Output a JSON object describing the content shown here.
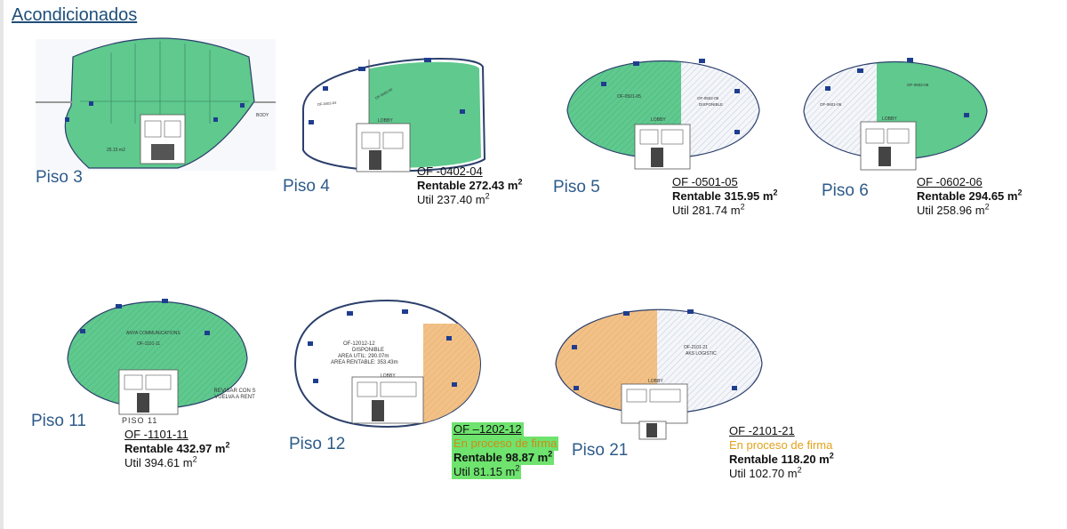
{
  "page": {
    "title": "Acondicionados"
  },
  "floors": {
    "f3": {
      "label": "Piso 3",
      "tower_tag": "BODY",
      "dimension": "25.15 m2"
    },
    "f4": {
      "label": "Piso 4",
      "code": "OF -0402-04",
      "rentable": "Rentable 272.43 m",
      "util": "Util 237.40 m",
      "plan_label": "OF-0402-04",
      "lobby": "LOBBY"
    },
    "f5": {
      "label": "Piso 5",
      "code": "OF -0501-05",
      "rentable": "Rentable 315.95 m",
      "util": "Util 281.74 m",
      "plan_label": "OF-0501-05",
      "plan_label_2": "OF-0502-05",
      "plan_status_2": "DISPONIBLE",
      "lobby": "LOBBY"
    },
    "f6": {
      "label": "Piso 6",
      "code": "OF -0602-06",
      "rentable": "Rentable 294.65 m",
      "util": "Util 258.96 m",
      "plan_label": "OF-0601-06",
      "plan_label_2": "OF-0602-06",
      "lobby": "LOBBY"
    },
    "f11": {
      "label": "Piso 11",
      "code": "OF -1101-11",
      "rentable": "Rentable 432.97 m",
      "util": "Util 394.61 m",
      "plan_tenant": "ANYA COMMUNICATIONS",
      "plan_label": "OF-1101-11",
      "plan_piso": "PISO 11",
      "note_1": "REVISAR CON S",
      "note_2": "VUELVA A RENT"
    },
    "f12": {
      "label": "Piso 12",
      "code": "OF –1202-12",
      "status": "En proceso de firma",
      "rentable": "Rentable 98.87  m",
      "util": "Util 81.15  m",
      "plan_label": "OF-12012-12",
      "plan_status": "DISPONIBLE",
      "plan_area_util": "AREA UTIL: 290.07m",
      "plan_area_rent": "AREA RENTABLE: 353.43m",
      "lobby": "LOBBY"
    },
    "f21": {
      "label": "Piso 21",
      "code": "OF -2101-21",
      "status": "En proceso de firma",
      "rentable": "Rentable 118.20 m",
      "util": "Util 102.70 m",
      "plan_label": "OF-2101-21",
      "plan_tenant": "AKS LOGISTIC",
      "lobby": "LOBBY"
    }
  },
  "superscript": "2",
  "colors": {
    "green": "#5fc98e",
    "orange": "#f2c187",
    "hatch": "#c9d0dc",
    "outline": "#2b3f6b",
    "window": "#1f3d8f"
  }
}
